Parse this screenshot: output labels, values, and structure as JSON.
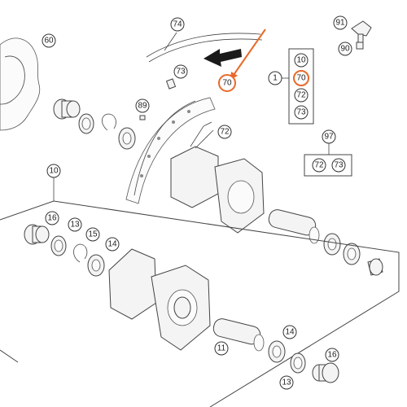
{
  "callouts": {
    "c60": "60",
    "c74": "74",
    "c91": "91",
    "c90": "90",
    "c73a": "73",
    "c70a": "70",
    "c89": "89",
    "c72a": "72",
    "c1": "1",
    "c10a": "10",
    "c70b": "70",
    "c72b": "72",
    "c73b": "73",
    "c97": "97",
    "c72c": "72",
    "c73c": "73",
    "c10b": "10",
    "c16a": "16",
    "c13a": "13",
    "c15": "15",
    "c14a": "14",
    "c11": "11",
    "c14b": "14",
    "c13b": "13",
    "c16b": "16"
  },
  "colors": {
    "highlight": "#e8692a",
    "line": "#444444",
    "background": "#ffffff"
  },
  "icons": {
    "arrow": "direction-arrow-icon",
    "pointer": "orange-pointer-arrow-icon"
  }
}
